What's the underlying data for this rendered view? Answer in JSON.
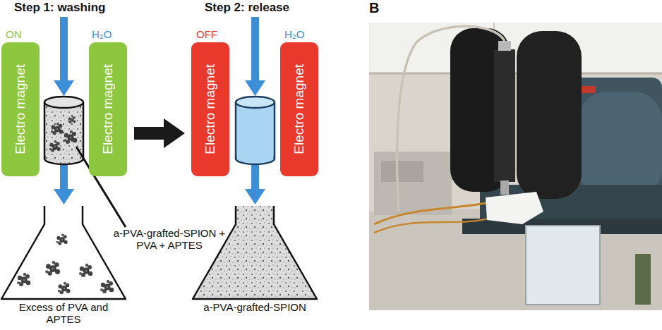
{
  "diagram": {
    "nodes": [
      {
        "text": [
          "Electro magnet"
        ]
      },
      {
        "text": [
          "Electro magnet"
        ]
      },
      {
        "text": [
          "Excess of PVA and APTES"
        ]
      },
      {
        "text": [
          "Electro magnet"
        ]
      },
      {
        "text": [
          "Electro magnet"
        ]
      },
      {
        "text": [
          "a-PVA-grafted-SPION"
        ]
      }
    ],
    "labels": [
      "Step 1: washing",
      "ON",
      "H₂O",
      "Step 2: release",
      "OFF",
      "H₂O",
      "a-PVA-grafted-SPION + PVA + APTES",
      "B"
    ]
  }
}
